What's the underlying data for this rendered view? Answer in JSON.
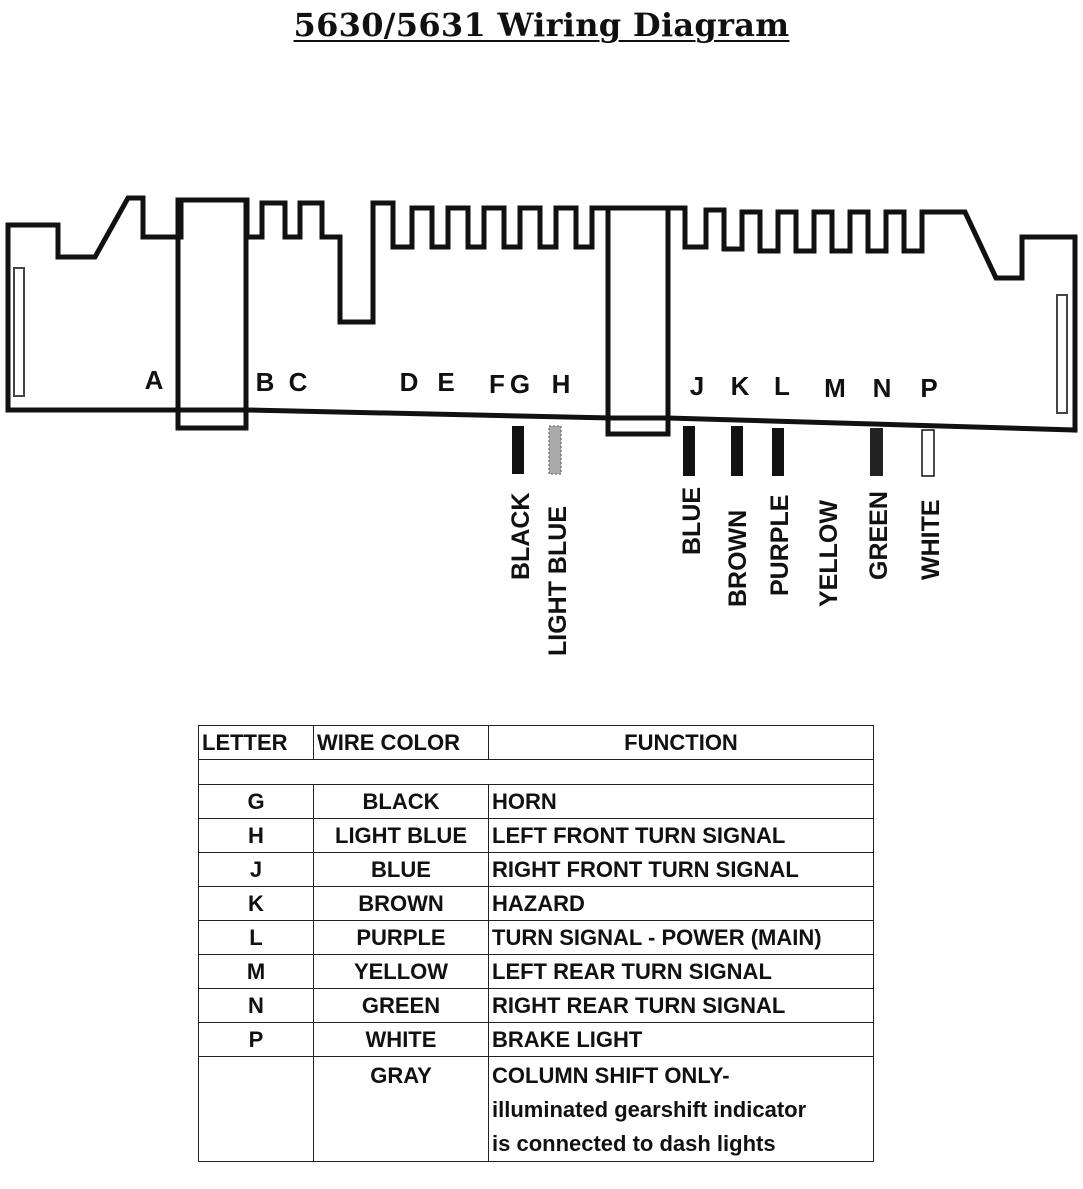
{
  "title": "5630/5631 Wiring Diagram",
  "connector": {
    "pins": [
      "A",
      "B",
      "C",
      "D",
      "E",
      "F",
      "G",
      "H",
      "J",
      "K",
      "L",
      "M",
      "N",
      "P"
    ]
  },
  "wires": [
    {
      "pin": "G",
      "label": "BLACK",
      "color": "#111111"
    },
    {
      "pin": "H",
      "label": "LIGHT BLUE",
      "color": "#9a9a9a"
    },
    {
      "pin": "J",
      "label": "BLUE",
      "color": "#1a1a1a"
    },
    {
      "pin": "K",
      "label": "BROWN",
      "color": "#1a1a1a"
    },
    {
      "pin": "L",
      "label": "PURPLE",
      "color": "#1a1a1a"
    },
    {
      "pin": "M",
      "label": "YELLOW",
      "color": "#ffffff"
    },
    {
      "pin": "N",
      "label": "GREEN",
      "color": "#333333"
    },
    {
      "pin": "P",
      "label": "WHITE",
      "color": "#ffffff"
    }
  ],
  "table": {
    "headers": {
      "letter": "LETTER",
      "wire_color": "WIRE COLOR",
      "function": "FUNCTION"
    },
    "rows": [
      {
        "letter": "G",
        "color": "BLACK",
        "function": "HORN"
      },
      {
        "letter": "H",
        "color": "LIGHT BLUE",
        "function": "LEFT FRONT TURN SIGNAL"
      },
      {
        "letter": "J",
        "color": "BLUE",
        "function": "RIGHT FRONT TURN SIGNAL"
      },
      {
        "letter": "K",
        "color": "BROWN",
        "function": "HAZARD"
      },
      {
        "letter": "L",
        "color": "PURPLE",
        "function": "TURN SIGNAL - POWER (MAIN)"
      },
      {
        "letter": "M",
        "color": "YELLOW",
        "function": "LEFT REAR TURN SIGNAL"
      },
      {
        "letter": "N",
        "color": "GREEN",
        "function": "RIGHT REAR TURN SIGNAL"
      },
      {
        "letter": "P",
        "color": "WHITE",
        "function": "BRAKE LIGHT"
      }
    ],
    "gray_row": {
      "color": "GRAY",
      "function_lines": [
        "COLUMN SHIFT ONLY-",
        "illuminated gearshift indicator",
        "is connected to dash lights"
      ]
    }
  }
}
